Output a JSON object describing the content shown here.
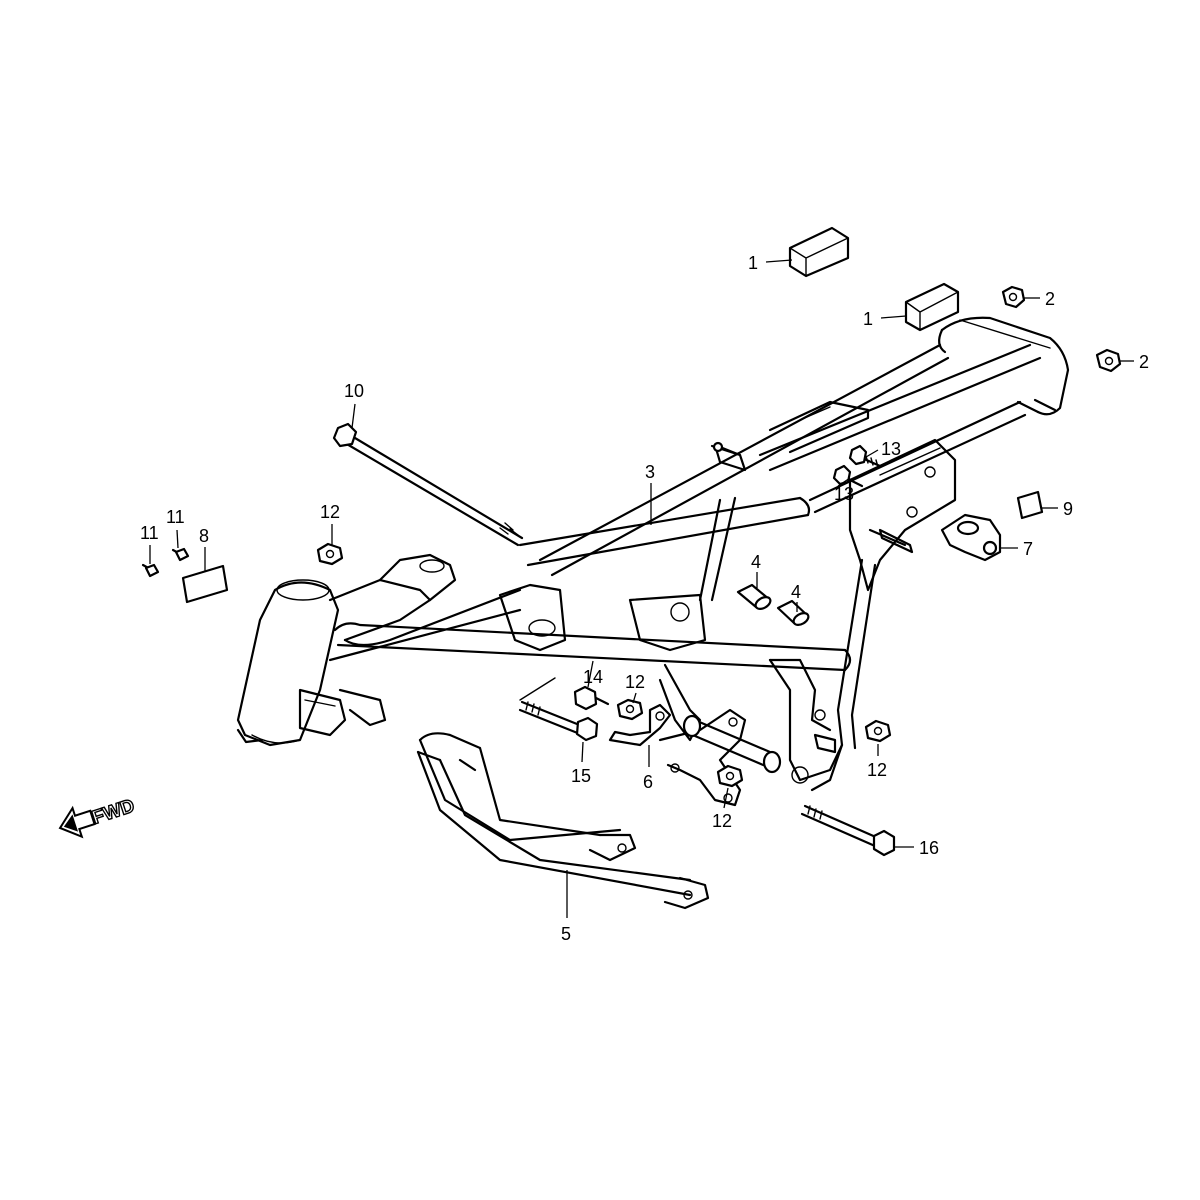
{
  "callouts": {
    "c1a": "1",
    "c1b": "1",
    "c2a": "2",
    "c2b": "2",
    "c3": "3",
    "c4a": "4",
    "c4b": "4",
    "c5": "5",
    "c6": "6",
    "c7": "7",
    "c8": "8",
    "c9": "9",
    "c10": "10",
    "c11a": "11",
    "c11b": "11",
    "c12a": "12",
    "c12b": "12",
    "c12c": "12",
    "c12d": "12",
    "c13a": "13",
    "c13b": "13",
    "c14": "14",
    "c15": "15",
    "c16": "16"
  },
  "direction_label": "FWD"
}
